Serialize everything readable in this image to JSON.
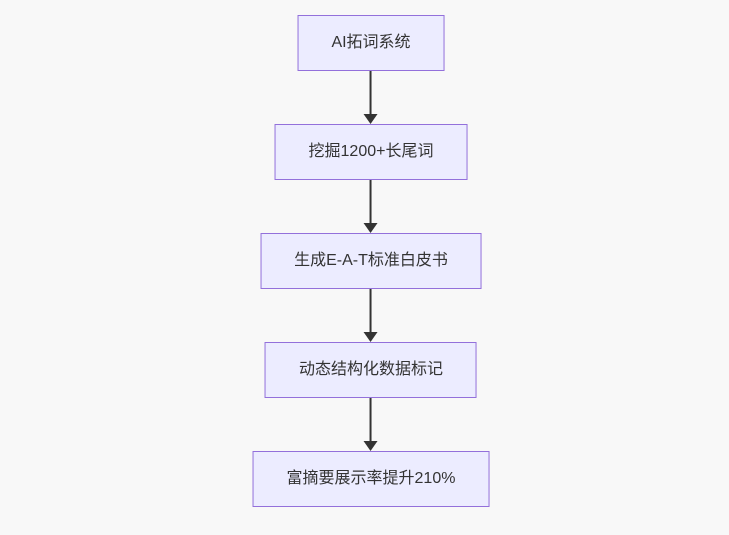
{
  "diagram": {
    "type": "flowchart",
    "direction": "top-down",
    "nodes": [
      {
        "id": "step-1",
        "label": "AI拓词系统"
      },
      {
        "id": "step-2",
        "label": "挖掘1200+长尾词"
      },
      {
        "id": "step-3",
        "label": "生成E-A-T标准白皮书"
      },
      {
        "id": "step-4",
        "label": "动态结构化数据标记"
      },
      {
        "id": "step-5",
        "label": "富摘要展示率提升210%"
      }
    ],
    "edges": [
      {
        "from": "step-1",
        "to": "step-2"
      },
      {
        "from": "step-2",
        "to": "step-3"
      },
      {
        "from": "step-3",
        "to": "step-4"
      },
      {
        "from": "step-4",
        "to": "step-5"
      }
    ],
    "colors": {
      "node_fill": "#ECECFF",
      "node_border": "#9370DB",
      "text": "#333333",
      "arrow": "#333333",
      "background": "#f8f8f8"
    }
  }
}
